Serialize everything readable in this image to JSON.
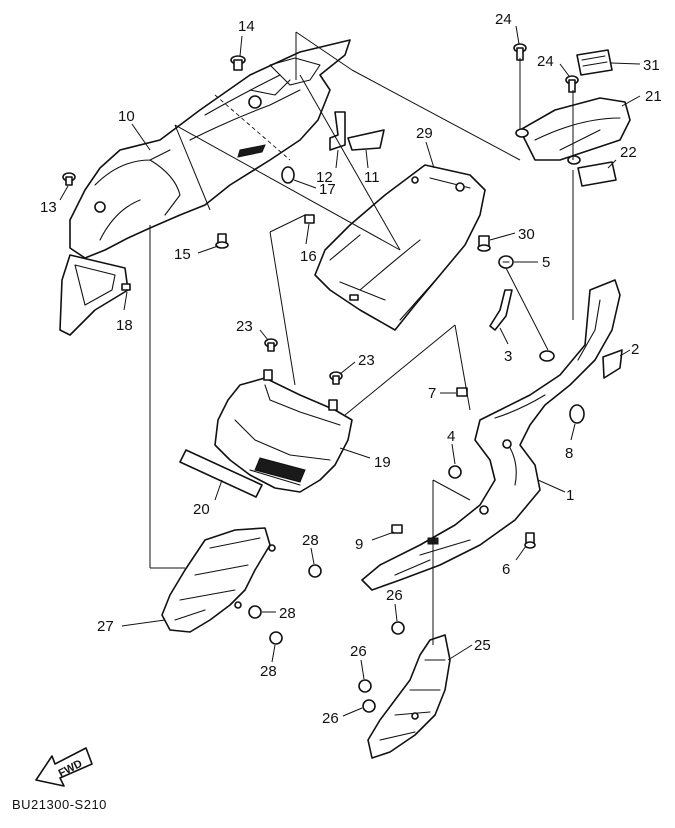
{
  "diagram_code": "BU21300-S210",
  "fwd_label": "FWD",
  "callouts": [
    {
      "id": "c14",
      "label": "14"
    },
    {
      "id": "c24a",
      "label": "24"
    },
    {
      "id": "c24b",
      "label": "24"
    },
    {
      "id": "c31",
      "label": "31"
    },
    {
      "id": "c21",
      "label": "21"
    },
    {
      "id": "c10",
      "label": "10"
    },
    {
      "id": "c29",
      "label": "29"
    },
    {
      "id": "c22",
      "label": "22"
    },
    {
      "id": "c13",
      "label": "13"
    },
    {
      "id": "c17",
      "label": "17"
    },
    {
      "id": "c12",
      "label": "12"
    },
    {
      "id": "c11",
      "label": "11"
    },
    {
      "id": "c30",
      "label": "30"
    },
    {
      "id": "c15",
      "label": "15"
    },
    {
      "id": "c16",
      "label": "16"
    },
    {
      "id": "c5",
      "label": "5"
    },
    {
      "id": "c18",
      "label": "18"
    },
    {
      "id": "c23a",
      "label": "23"
    },
    {
      "id": "c2",
      "label": "2"
    },
    {
      "id": "c3",
      "label": "3"
    },
    {
      "id": "c23b",
      "label": "23"
    },
    {
      "id": "c7",
      "label": "7"
    },
    {
      "id": "c8",
      "label": "8"
    },
    {
      "id": "c4",
      "label": "4"
    },
    {
      "id": "c19",
      "label": "19"
    },
    {
      "id": "c1",
      "label": "1"
    },
    {
      "id": "c20",
      "label": "20"
    },
    {
      "id": "c9",
      "label": "9"
    },
    {
      "id": "c6",
      "label": "6"
    },
    {
      "id": "c28a",
      "label": "28"
    },
    {
      "id": "c26a",
      "label": "26"
    },
    {
      "id": "c28b",
      "label": "28"
    },
    {
      "id": "c27",
      "label": "27"
    },
    {
      "id": "c25",
      "label": "25"
    },
    {
      "id": "c26b",
      "label": "26"
    },
    {
      "id": "c28c",
      "label": "28"
    },
    {
      "id": "c26c",
      "label": "26"
    }
  ]
}
